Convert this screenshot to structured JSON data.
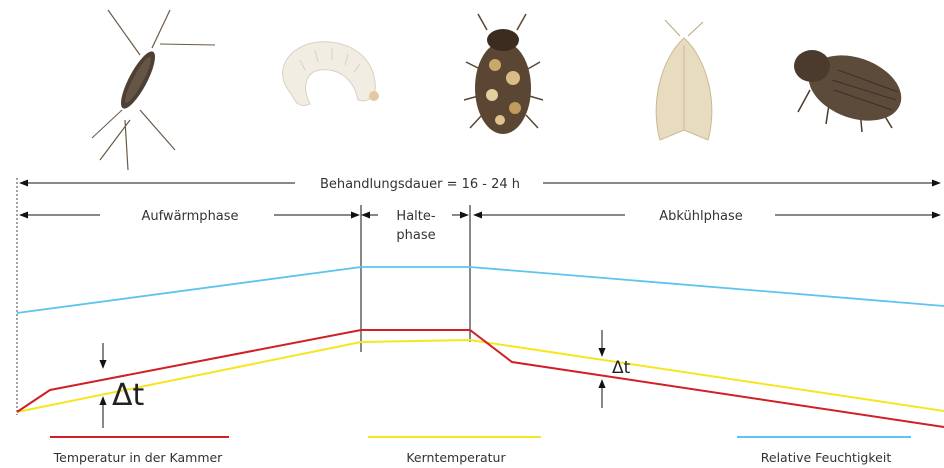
{
  "timeline": {
    "total_label": "Behandlungsdauer = 16 - 24 h",
    "phases": {
      "heat": "Aufwärmphase",
      "hold_line1": "Halte-",
      "hold_line2": "phase",
      "cool": "Abkühlphase"
    }
  },
  "deltas": {
    "heat": "Δt",
    "cool": "Δt"
  },
  "legend": {
    "chamber": "Temperatur in der Kammer",
    "core": "Kerntemperatur",
    "humidity": "Relative Feuchtigkeit"
  },
  "colors": {
    "chamber": "#d01f26",
    "core": "#f5e61e",
    "humidity": "#5cc4ee",
    "insect_body": "#4e4034",
    "larva": "#f1ede3",
    "beetle": "#5a4632",
    "moth": "#e8dcc0"
  },
  "icons": [
    "silverfish-icon",
    "larva-icon",
    "carpet-beetle-icon",
    "moth-icon",
    "beetle-icon"
  ]
}
